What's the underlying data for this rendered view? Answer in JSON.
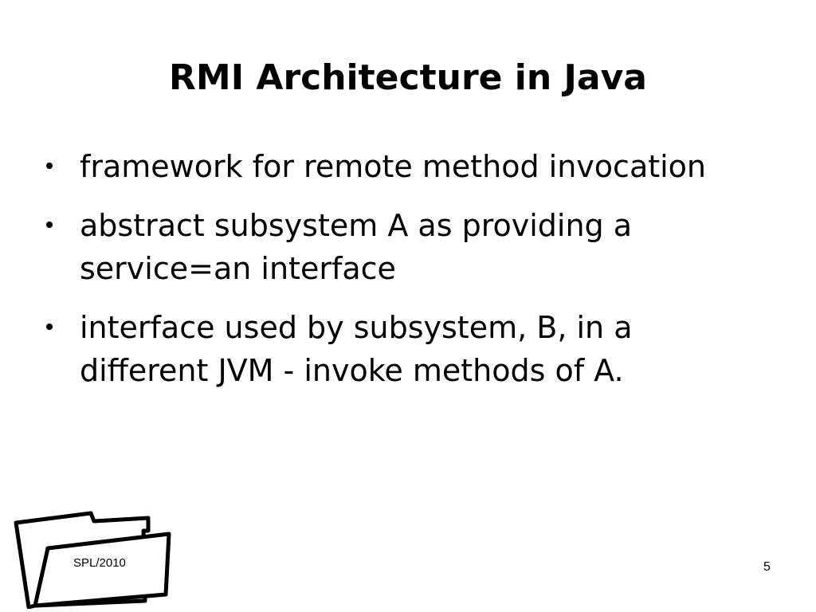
{
  "slide": {
    "title": "RMI Architecture in Java",
    "bullets": [
      {
        "text": "framework for remote method invocation"
      },
      {
        "text": "abstract subsystem A as providing a service=an interface"
      },
      {
        "text": "interface used by subsystem, B, in a different JVM - invoke methods of A."
      }
    ],
    "footer_label": "SPL/2010",
    "page_number": "5",
    "footer_icon": "folder-icon"
  }
}
